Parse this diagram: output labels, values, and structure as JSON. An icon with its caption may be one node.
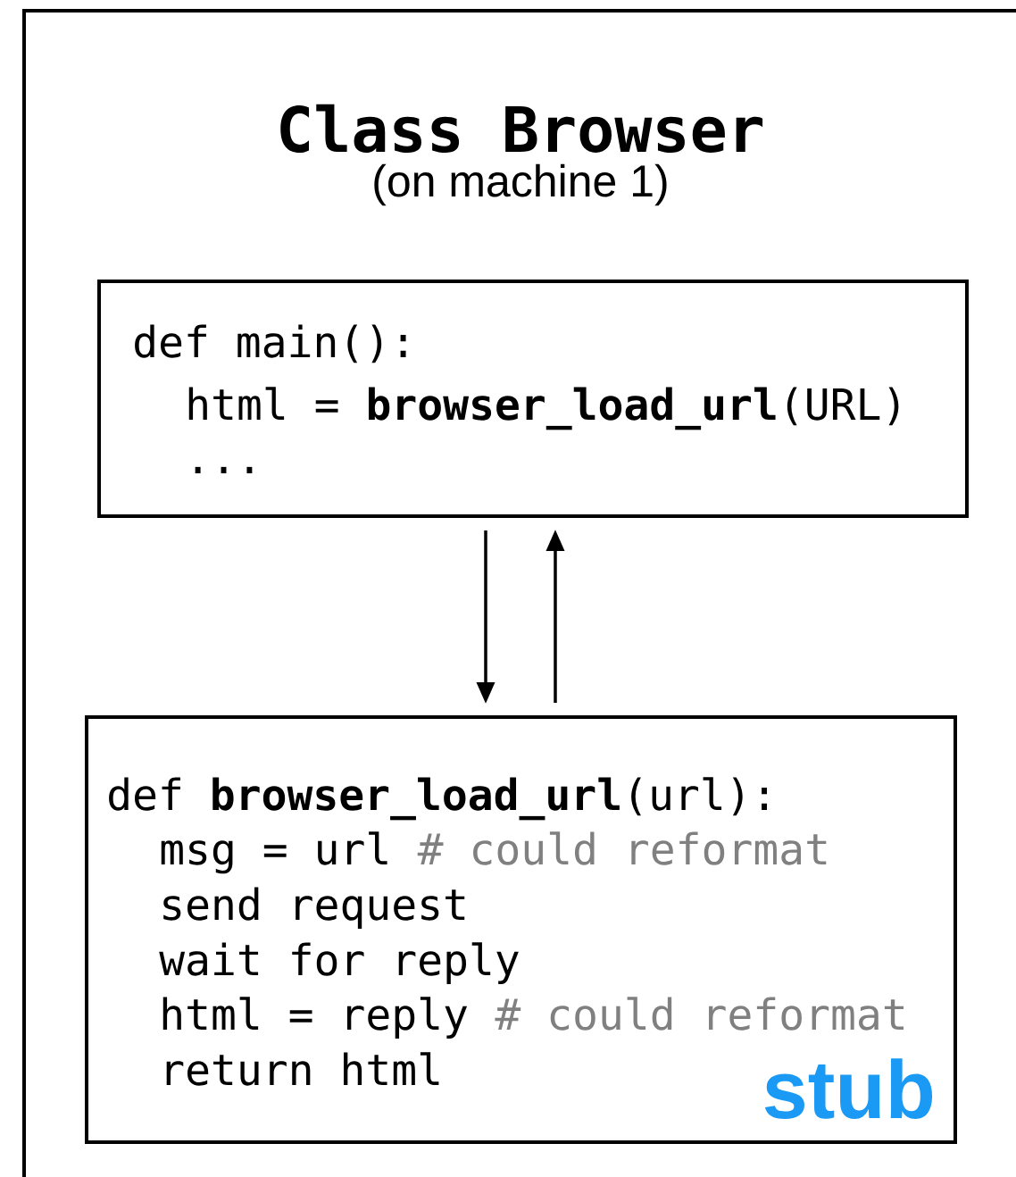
{
  "diagram": {
    "nodes": [
      {
        "text": [
          "Class Browser",
          "(on machine 1)"
        ]
      },
      {
        "text": [
          "def main():",
          "html = **browser_load_url**(URL)",
          "..."
        ],
        "in": 0
      },
      {
        "text": [
          "def **browser_load_url**(url):",
          "msg = url",
          "# could reformat",
          "send request",
          "wait for reply",
          "html = reply",
          "# could reformat",
          "return html",
          "stub"
        ],
        "in": 0
      }
    ],
    "edges": [
      {
        "from": 1,
        "to": 2,
        "arrow": "to"
      },
      {
        "from": 2,
        "to": 1,
        "arrow": "to"
      }
    ]
  }
}
